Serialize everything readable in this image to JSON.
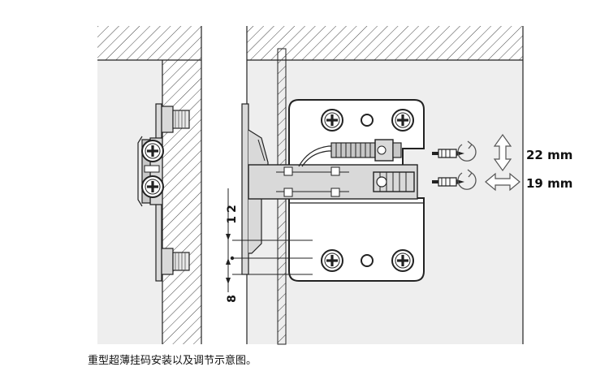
{
  "labels": {
    "vertical_adjust": "22 mm",
    "horizontal_adjust": "19 mm",
    "dim_12": "12",
    "dim_8": "8"
  },
  "caption": "重型超薄挂码安装以及调节示意图。",
  "colors": {
    "line": "#222222",
    "panel": "#eeeeee",
    "metal": "#d9d9d9",
    "cam": "#c7c7c7"
  },
  "icons": [
    "screwdriver-icon",
    "rotate-arrow-icon",
    "up-down-arrow-icon",
    "left-right-arrow-icon",
    "screw-head-icon"
  ]
}
